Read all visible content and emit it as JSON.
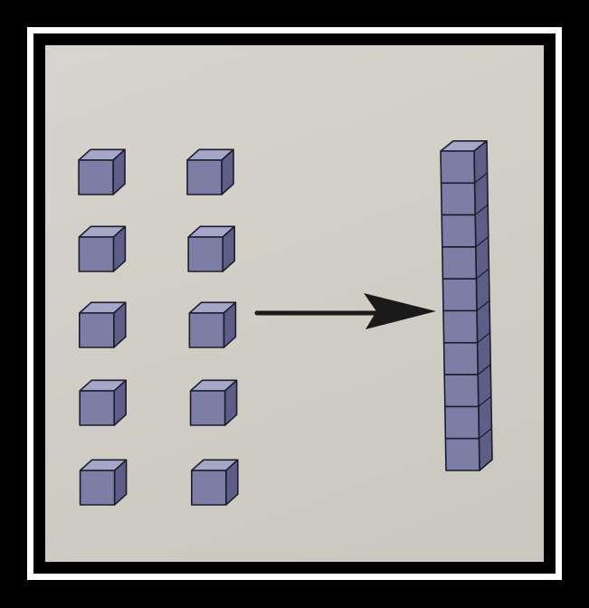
{
  "diagram": {
    "left_group": {
      "columns": 2,
      "rows": 5,
      "item": "unit-cube"
    },
    "connector": "arrow",
    "right_group": {
      "item": "ten-rod",
      "segments": 10
    },
    "colors": {
      "background": "#d2d0c8",
      "cube_front": "#7d7ea6",
      "cube_top": "#a6a7c8",
      "cube_side": "#5d5e88",
      "outline": "#1c1c2c",
      "arrow": "#1a1a1a",
      "frame_outer": "#000000",
      "frame_inner": "#ffffff"
    }
  }
}
